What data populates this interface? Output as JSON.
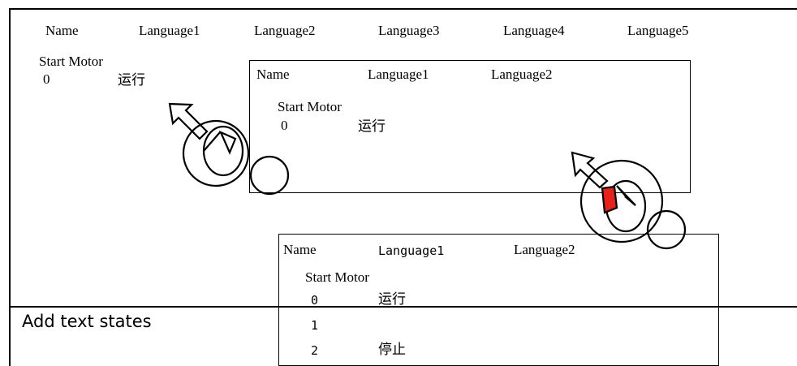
{
  "main_table": {
    "headers": [
      "Name",
      "Language1",
      "Language2",
      "Language3",
      "Language4",
      "Language5"
    ],
    "row_name": "Start Motor",
    "state_value": "0",
    "state_text": "运行"
  },
  "popup_1": {
    "headers": [
      "Name",
      "Language1",
      "Language2"
    ],
    "row_name": "Start Motor",
    "state_value": "0",
    "state_text": "运行"
  },
  "popup_2": {
    "headers": [
      "Name",
      "Language1",
      "Language2"
    ],
    "row_name": "Start Motor",
    "rows": [
      {
        "value": "0",
        "text": "运行"
      },
      {
        "value": "1",
        "text": ""
      },
      {
        "value": "2",
        "text": "停止"
      }
    ]
  },
  "caption": "Add text states",
  "colors": {
    "line": "#000000",
    "mouse_highlight": "#e8201a",
    "background": "#ffffff"
  },
  "icons": [
    "cursor-arrow-icon",
    "mouse-icon"
  ]
}
